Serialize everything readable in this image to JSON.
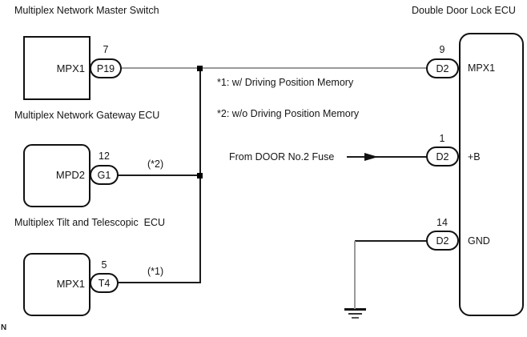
{
  "diagram": {
    "corner_text": "N",
    "colors": {
      "wire_gray": "#9a9a9a",
      "line_black": "#1c1c1c"
    },
    "notes": {
      "note1": "*1: w/ Driving Position Memory",
      "note2": "*2: w/o Driving Position Memory"
    },
    "fuse": {
      "label": "From DOOR No.2 Fuse"
    },
    "components": {
      "master_switch": {
        "title": "Multiplex Network Master Switch",
        "box_label": "MPX1",
        "pin": {
          "number": "7",
          "connector": "P19"
        }
      },
      "gateway": {
        "title": "Multiplex Network Gateway ECU",
        "box_label": "MPD2",
        "pin": {
          "number": "12",
          "connector": "G1"
        },
        "wire_tag": "(*2)"
      },
      "tilt": {
        "title": "Multiplex Tilt and Telescopic  ECU",
        "box_label": "MPX1",
        "pin": {
          "number": "5",
          "connector": "T4"
        },
        "wire_tag": "(*1)"
      }
    },
    "ecu": {
      "title": "Double Door Lock ECU",
      "pins": [
        {
          "number": "9",
          "connector": "D2",
          "label": "MPX1"
        },
        {
          "number": "1",
          "connector": "D2",
          "label": "+B"
        },
        {
          "number": "14",
          "connector": "D2",
          "label": "GND"
        }
      ]
    }
  }
}
